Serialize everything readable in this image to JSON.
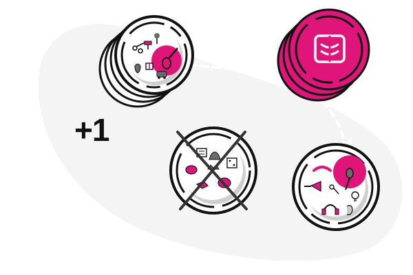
{
  "scene": {
    "counter_text": "+1",
    "colors": {
      "accent": "#e0157a",
      "outline": "#111111",
      "background_blob": "#f4f4f4",
      "disc_face": "#ffffff",
      "shadow": "#bdbdbd",
      "icon_gray": "#6b6b6b"
    },
    "elements": {
      "source_stack": "card-stack-with-symbols",
      "pink_stack": "pink-token-stack",
      "discarded_card": "crossed-out-card",
      "target_card": "target-card-with-symbols",
      "move_arrow": "dashed-arrow"
    },
    "icons": {
      "pink_stack_logo": "mask-logo-icon",
      "source_symbols": [
        "guitar-icon",
        "scissors-icon",
        "lollipop-icon",
        "brush-icon",
        "tooth-icon",
        "gift-icon",
        "train-icon"
      ],
      "discard_symbols": [
        "palette-icon",
        "newspaper-icon",
        "dice-icon",
        "pointing-hand-icon",
        "pig-icon",
        "bell-icon",
        "crown-icon"
      ],
      "target_symbols": [
        "trumpet-icon",
        "boomerang-icon",
        "microphone-icon",
        "key-icon",
        "headphones-icon",
        "ear-icon",
        "lightbulb-icon"
      ]
    }
  }
}
